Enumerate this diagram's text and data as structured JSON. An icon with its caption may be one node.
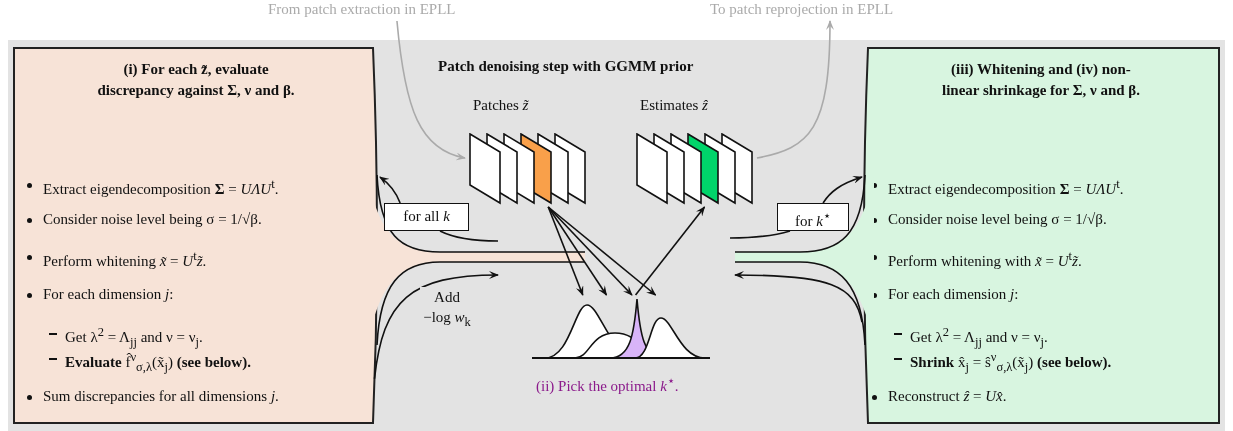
{
  "diagram": {
    "nodes": [
      {
        "text": [
          "From patch extraction in EPLL"
        ]
      },
      {
        "text": [
          "To patch reprojection in EPLL"
        ]
      },
      {
        "text": [
          "Patch denoising step with GGMM prior"
        ]
      },
      {
        "text": [
          "(i) For each z̃, evaluate discrepancy against Σ, ν and β.",
          "Extract eigendecomposition **Σ** = *UΛU*$^{t}$.",
          "Consider noise level being σ = 1/√β.",
          "Perform whitening *x̃* = *U*$^{t}$*z̃*.",
          "For each dimension *j*:",
          "Get λ$^{2}$ = Λ$_{jj}$ and ν = ν$_{j}$.",
          "**Evaluate** f̂$^{ν}$$_{σ,λ}$(x̃$_{j}$) **(see below).**",
          "Sum discrepancies for all dimensions *j*."
        ],
        "in": 2
      },
      {
        "text": [
          "(iii) Whitening and (iv) non-linear shrinkage for Σ, ν and β.",
          "Extract eigendecomposition **Σ** = *UΛU*$^{t}$.",
          "Consider noise level being σ = 1/√β.",
          "Perform whitening with *x̃* = *U*$^{t}$*z̃*.",
          "For each dimension *j*:",
          "Get λ$^{2}$ = Λ$_{jj}$ and ν = ν$_{j}$.",
          "**Shrink** x̂$_{j}$ = ŝ$^{ν}$$_{σ,λ}$(x̃$_{j}$) **(see below).**",
          "Reconstruct *ẑ* = *Ux̂*."
        ],
        "in": 2
      },
      {
        "text": [
          "Patches *z̃*"
        ],
        "in": 2
      },
      {
        "text": [
          "Estimates *ẑ*"
        ],
        "in": 2
      },
      {
        "text": [],
        "shape": "picture",
        "beside": [
          "(ii) Pick the optimal *k*$^{⋆}$."
        ],
        "in": 2
      },
      {
        "text": [
          "for all *k*"
        ],
        "in": 2
      },
      {
        "text": [
          "for *k*$^{⋆}$"
        ],
        "in": 2
      }
    ],
    "edges": [
      {
        "from": 0,
        "to": 5,
        "arrow": "to",
        "color": "#aaaaaa"
      },
      {
        "from": 6,
        "to": 1,
        "arrow": "to",
        "color": "#aaaaaa"
      },
      {
        "from": 5,
        "to": 7,
        "arrow": "to"
      },
      {
        "from": 5,
        "to": 7,
        "arrow": "to"
      },
      {
        "from": 5,
        "to": 7,
        "arrow": "to"
      },
      {
        "from": 5,
        "to": 7,
        "arrow": "to"
      },
      {
        "from": 7,
        "to": 6,
        "arrow": "to"
      },
      {
        "from": 8,
        "to": 3,
        "arrow": "to"
      },
      {
        "from": 9,
        "to": 4,
        "arrow": "to"
      },
      {
        "from": 3,
        "to": null,
        "arrow": "to",
        "label": "Add −log *w*$_{k}$"
      },
      {
        "from": 4,
        "to": null,
        "arrow": "to"
      }
    ]
  }
}
